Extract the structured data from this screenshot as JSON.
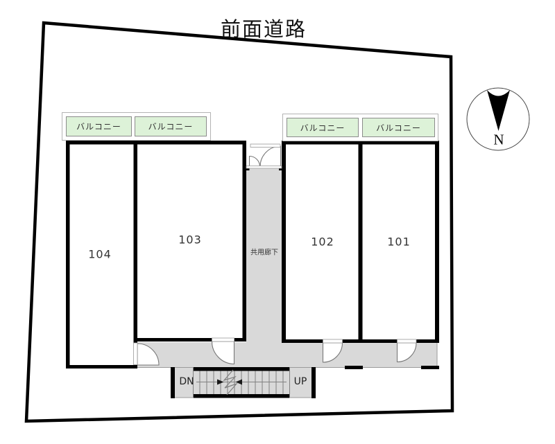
{
  "title": "前面道路",
  "compass": {
    "north_label": "N"
  },
  "balconies": {
    "labels": [
      "バルコニー",
      "バルコニー",
      "バルコニー",
      "バルコニー"
    ]
  },
  "rooms": [
    {
      "number": "104"
    },
    {
      "number": "103"
    },
    {
      "number": "102"
    },
    {
      "number": "101"
    }
  ],
  "corridor": {
    "label": "共用廊下"
  },
  "stairs": {
    "down": "DN",
    "up": "UP"
  },
  "colors": {
    "wall": "#000000",
    "corridor_fill": "#d9d9d9",
    "balcony_fill": "#ddf2d8",
    "balcony_border": "#8b8b8b",
    "thin_line": "#9a9a9a",
    "stair_line": "#808080"
  }
}
